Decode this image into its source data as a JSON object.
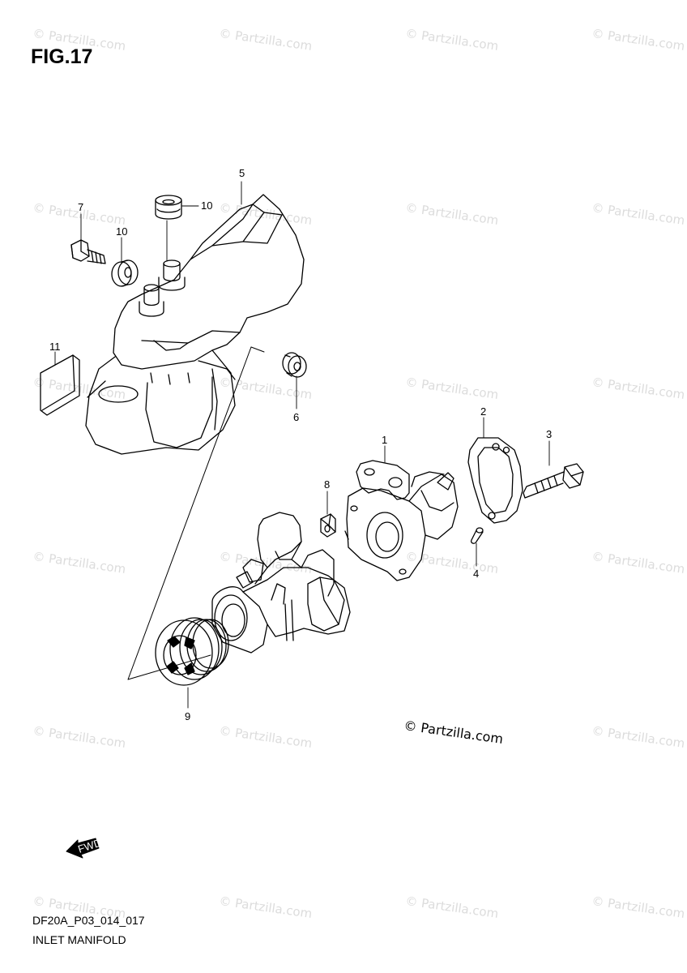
{
  "figure": {
    "title": "FIG.17"
  },
  "footer": {
    "code": "DF20A_P03_014_017",
    "name": "INLET MANIFOLD"
  },
  "copyright": "© Partzilla.com",
  "watermark_text": "© Partzilla.com",
  "fwd_label": "FWD",
  "callouts": [
    {
      "id": "1",
      "label": "1"
    },
    {
      "id": "2",
      "label": "2"
    },
    {
      "id": "3",
      "label": "3"
    },
    {
      "id": "4",
      "label": "4"
    },
    {
      "id": "5",
      "label": "5"
    },
    {
      "id": "6",
      "label": "6"
    },
    {
      "id": "7",
      "label": "7"
    },
    {
      "id": "8",
      "label": "8"
    },
    {
      "id": "9",
      "label": "9"
    },
    {
      "id": "10a",
      "label": "10"
    },
    {
      "id": "10b",
      "label": "10"
    },
    {
      "id": "11",
      "label": "11"
    }
  ]
}
